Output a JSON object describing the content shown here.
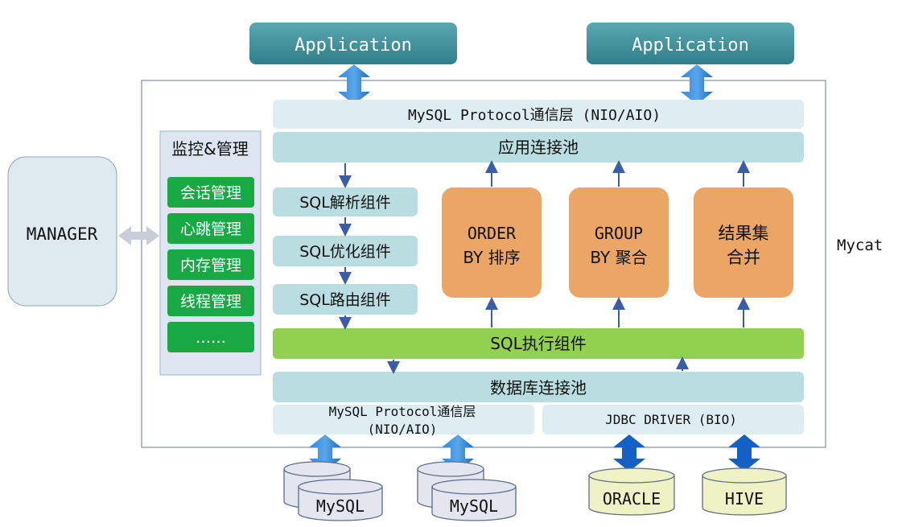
{
  "applications": [
    "Application",
    "Application"
  ],
  "mycat_label": "Mycat",
  "manager": "MANAGER",
  "monitor": {
    "title": "监控&管理",
    "items": [
      "会话管理",
      "心跳管理",
      "内存管理",
      "线程管理",
      "……"
    ]
  },
  "layers": {
    "protocol_top": "MySQL Protocol通信层 (NIO/AIO)",
    "app_pool": "应用连接池",
    "sql_parse": "SQL解析组件",
    "sql_optimize": "SQL优化组件",
    "sql_route": "SQL路由组件",
    "order_by": [
      "ORDER",
      "BY 排序"
    ],
    "group_by": [
      "GROUP",
      "BY 聚合"
    ],
    "merge": [
      "结果集",
      "合并"
    ],
    "sql_exec": "SQL执行组件",
    "db_pool": "数据库连接池",
    "protocol_bottom": [
      "MySQL Protocol通信层",
      "(NIO/AIO)"
    ],
    "jdbc": "JDBC DRIVER (BIO)"
  },
  "databases": [
    "MySQL",
    "MySQL",
    "ORACLE",
    "HIVE"
  ],
  "colors": {
    "app": "#3d8f9a",
    "light_bar": "#deedf1",
    "teal_bar": "#b9dde1",
    "orange": "#eba565",
    "green_exec": "#92d050",
    "green_item": "#18a844",
    "blue_arrow": "#1f78d1"
  }
}
